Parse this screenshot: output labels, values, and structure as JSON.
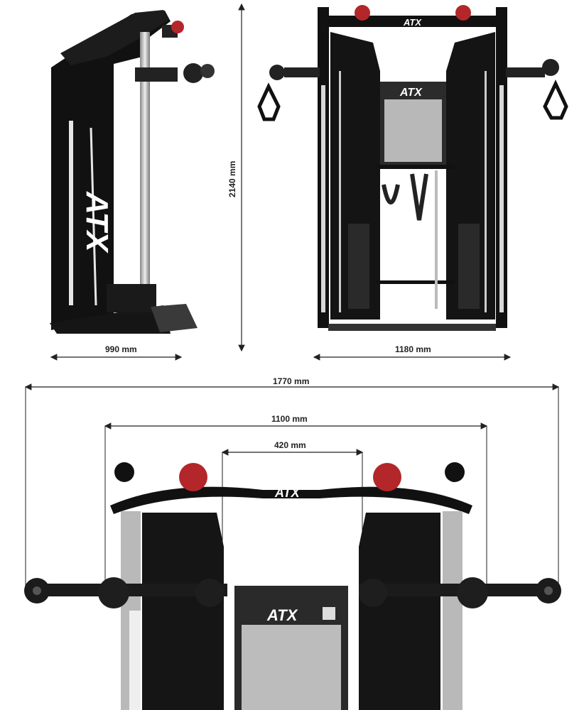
{
  "brand": "ATX",
  "dimensions": {
    "side_depth": "990 mm",
    "height": "2140 mm",
    "front_width": "1180 mm",
    "top_total_width": "1770 mm",
    "top_pulley_span": "1100 mm",
    "top_center_gap": "420 mm"
  },
  "colors": {
    "frame": "#111111",
    "steel": "#c8c8c8",
    "accent_red": "#b3262a",
    "dim_line": "#222222"
  }
}
